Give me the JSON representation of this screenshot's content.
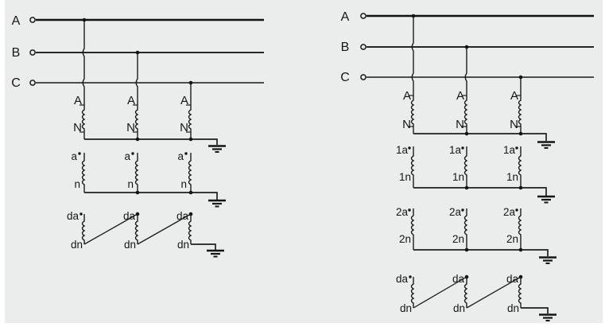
{
  "colors": {
    "background": "#ebecec",
    "ink": "#1c1c1c"
  },
  "left_diagram": {
    "phases": [
      "A",
      "B",
      "C"
    ],
    "windings": [
      {
        "top": "A",
        "bottom": "N"
      },
      {
        "top": "a",
        "bottom": "n"
      },
      {
        "top": "da",
        "bottom": "dn"
      }
    ]
  },
  "right_diagram": {
    "phases": [
      "A",
      "B",
      "C"
    ],
    "windings": [
      {
        "top": "A",
        "bottom": "N"
      },
      {
        "top": "1a",
        "bottom": "1n"
      },
      {
        "top": "2a",
        "bottom": "2n"
      },
      {
        "top": "da",
        "bottom": "dn"
      }
    ]
  }
}
